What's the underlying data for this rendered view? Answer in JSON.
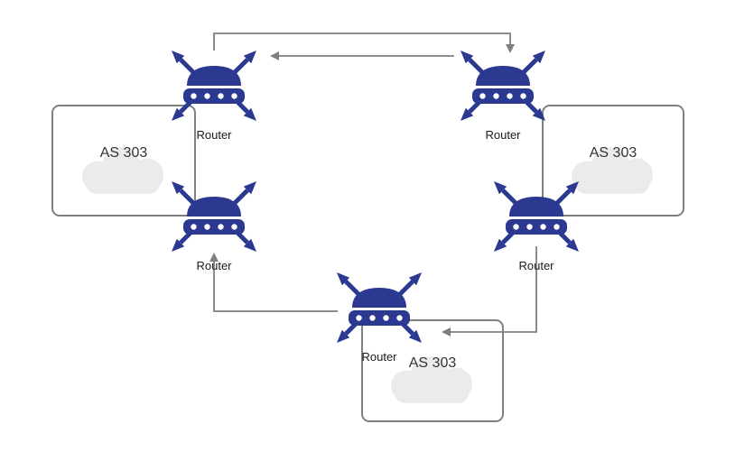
{
  "diagram": {
    "routers": [
      {
        "label": "Router"
      },
      {
        "label": "Router"
      },
      {
        "label": "Router"
      },
      {
        "label": "Router"
      },
      {
        "label": "Router"
      }
    ],
    "as_boxes": [
      {
        "label": "AS 303"
      },
      {
        "label": "AS 303"
      },
      {
        "label": "AS 303"
      }
    ],
    "colors": {
      "router_body": "#2b3990",
      "connector": "#7f7f7f",
      "box_border": "#808080",
      "cloud_fill": "#ebebeb"
    }
  }
}
